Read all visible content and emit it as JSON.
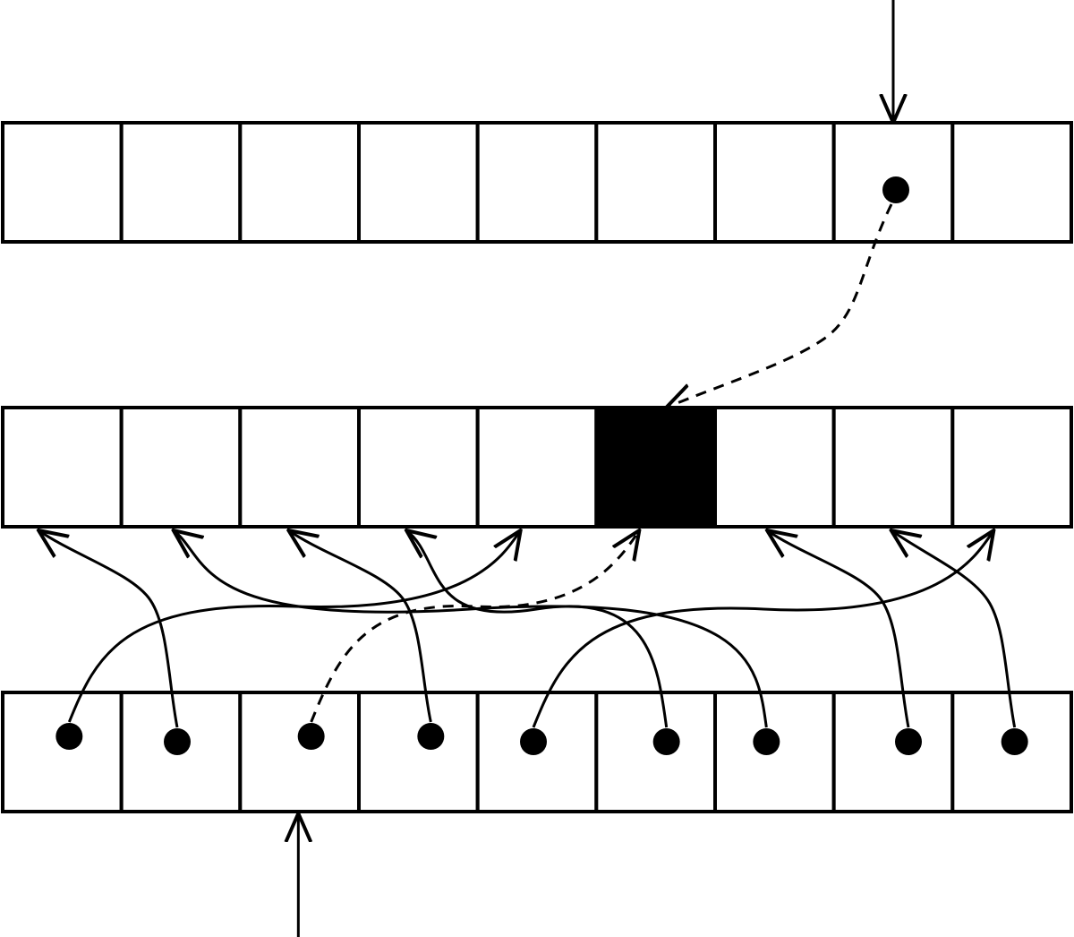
{
  "diagram": {
    "rows": [
      {
        "id": "top",
        "cells": 9
      },
      {
        "id": "middle",
        "cells": 9,
        "filled_cell": 5
      },
      {
        "id": "bottom",
        "cells": 9
      }
    ],
    "top_pointer_cell": 7,
    "bottom_pointer_cell": 2,
    "top_link": {
      "from_cell": 7,
      "to_cell": 5,
      "style": "dashed"
    },
    "bottom_links": [
      {
        "from_cell": 0,
        "to_cell": 4,
        "style": "solid"
      },
      {
        "from_cell": 1,
        "to_cell": 0,
        "style": "solid"
      },
      {
        "from_cell": 2,
        "to_cell": 5,
        "style": "dashed"
      },
      {
        "from_cell": 3,
        "to_cell": 2,
        "style": "solid"
      },
      {
        "from_cell": 4,
        "to_cell": 8,
        "style": "solid"
      },
      {
        "from_cell": 5,
        "to_cell": 3,
        "style": "solid"
      },
      {
        "from_cell": 6,
        "to_cell": 1,
        "style": "solid"
      },
      {
        "from_cell": 7,
        "to_cell": 6,
        "style": "solid"
      },
      {
        "from_cell": 8,
        "to_cell": 7,
        "style": "solid"
      }
    ],
    "colors": {
      "stroke": "#000000",
      "fill": "#ffffff",
      "highlight": "#000000"
    }
  }
}
